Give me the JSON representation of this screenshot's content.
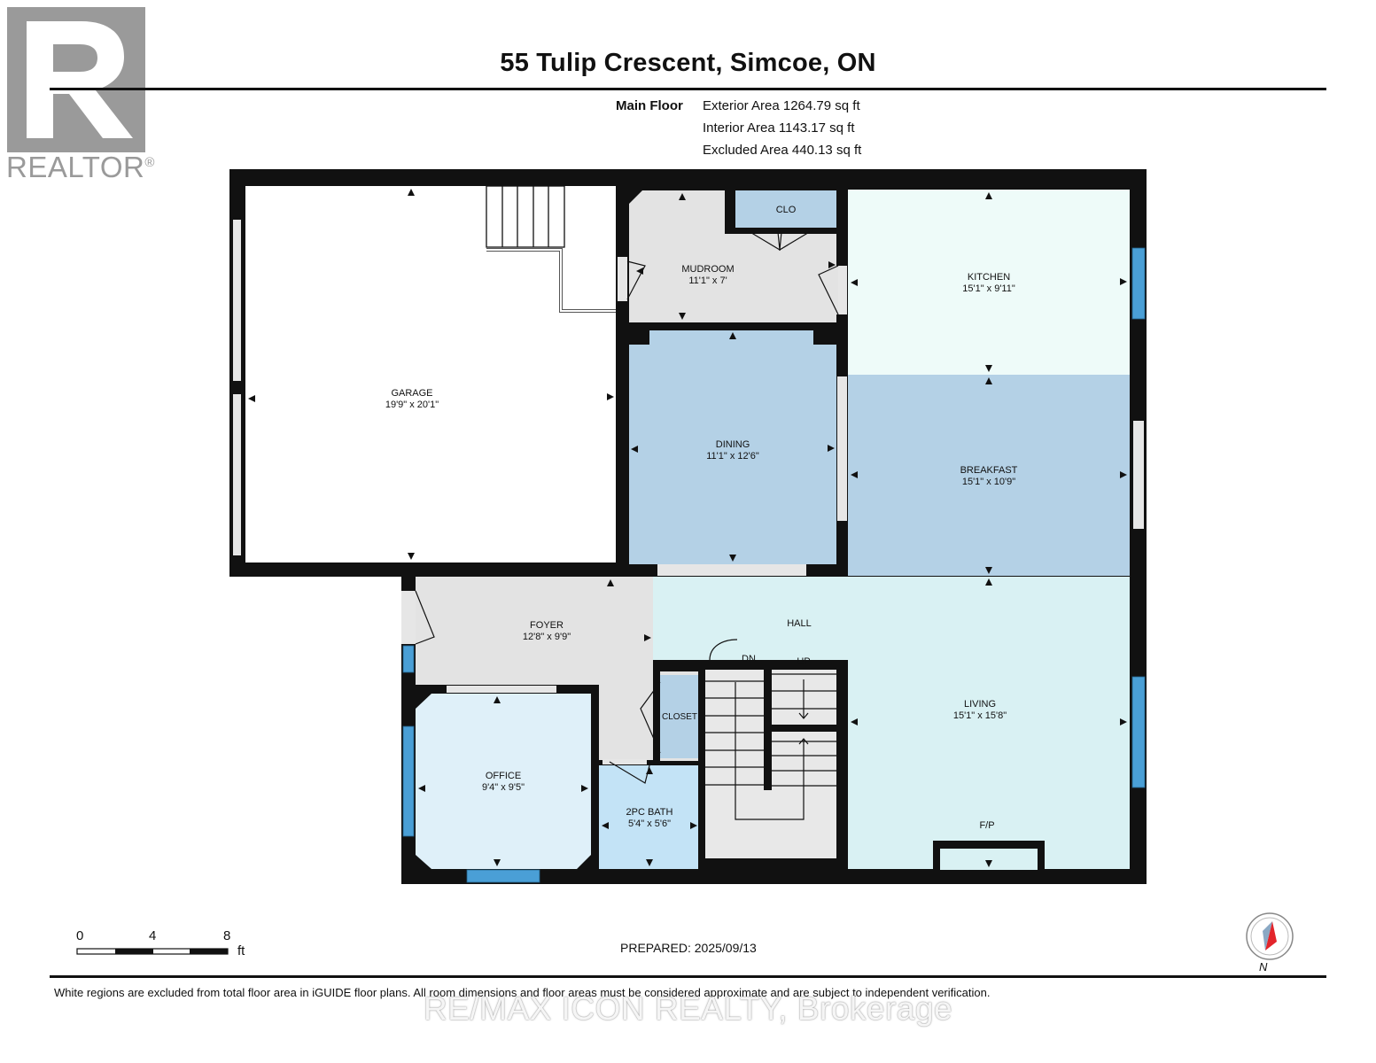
{
  "header": {
    "title": "55 Tulip Crescent, Simcoe, ON",
    "floor_label": "Main Floor",
    "exterior_area": "Exterior Area 1264.79 sq ft",
    "interior_area": "Interior Area 1143.17 sq ft",
    "excluded_area": "Excluded Area 440.13 sq ft"
  },
  "logo": {
    "brand": "REALTOR",
    "mark": "®"
  },
  "rooms": {
    "garage": {
      "name": "GARAGE",
      "dims": "19'9\" x 20'1\""
    },
    "mudroom": {
      "name": "MUDROOM",
      "dims": "11'1\" x 7'"
    },
    "clo": {
      "name": "CLO"
    },
    "kitchen": {
      "name": "KITCHEN",
      "dims": "15'1\" x 9'11\""
    },
    "dining": {
      "name": "DINING",
      "dims": "11'1\" x 12'6\""
    },
    "breakfast": {
      "name": "BREAKFAST",
      "dims": "15'1\" x 10'9\""
    },
    "foyer": {
      "name": "FOYER",
      "dims": "12'8\" x 9'9\""
    },
    "hall": {
      "name": "HALL"
    },
    "living": {
      "name": "LIVING",
      "dims": "15'1\" x 15'8\""
    },
    "office": {
      "name": "OFFICE",
      "dims": "9'4\" x 9'5\""
    },
    "closet": {
      "name": "CLOSET"
    },
    "bath": {
      "name": "2PC BATH",
      "dims": "5'4\" x 5'6\""
    }
  },
  "stairs": {
    "down": "DN",
    "up": "UP"
  },
  "fireplace": "F/P",
  "scale": {
    "ticks": [
      "0",
      "4",
      "8"
    ],
    "unit": "ft"
  },
  "compass": {
    "label": "N"
  },
  "footer": {
    "prepared": "PREPARED: 2025/09/13",
    "disclaimer": "White regions are excluded from total floor area in iGUIDE floor plans. All room dimensions and floor areas must be considered approximate and are subject to independent verification.",
    "watermark": "RE/MAX ICON REALTY, Brokerage"
  },
  "colors": {
    "wall": "#111111",
    "light_gray": "#e3e3e3",
    "blue": "#b4d1e6",
    "pale_blue": "#dff0f9",
    "cyan": "#d9f1f3",
    "mint": "#eefbf9",
    "bath_blue": "#c3e3f6",
    "window": "#4a9fd6",
    "compass_red": "#e3252b"
  }
}
